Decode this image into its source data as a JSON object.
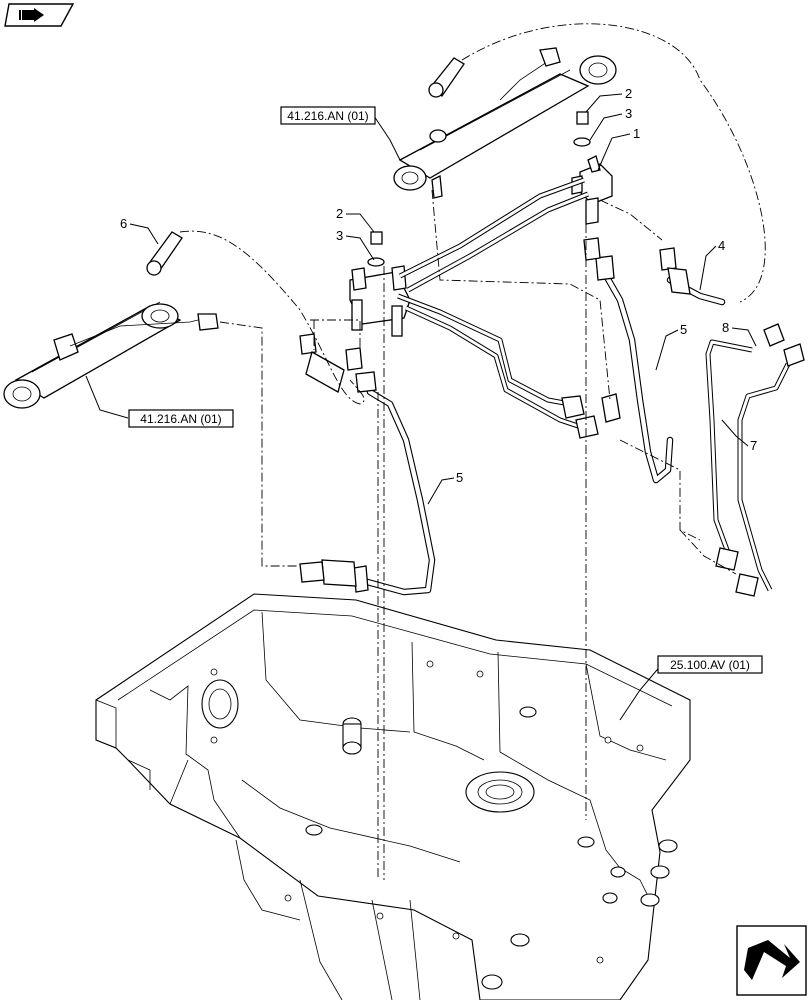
{
  "references": {
    "cylinder_top": "41.216.AN (01)",
    "cylinder_left": "41.216.AN (01)",
    "axle_housing": "25.100.AV (01)"
  },
  "callouts": {
    "c1": "1",
    "c2_top": "2",
    "c3_top": "3",
    "c2_mid": "2",
    "c3_mid": "3",
    "c4": "4",
    "c5_right": "5",
    "c5_left": "5",
    "c6": "6",
    "c7": "7",
    "c8": "8"
  },
  "icons": {
    "top_left": "book-navigation-icon",
    "bottom_right": "next-page-arrow-icon"
  }
}
